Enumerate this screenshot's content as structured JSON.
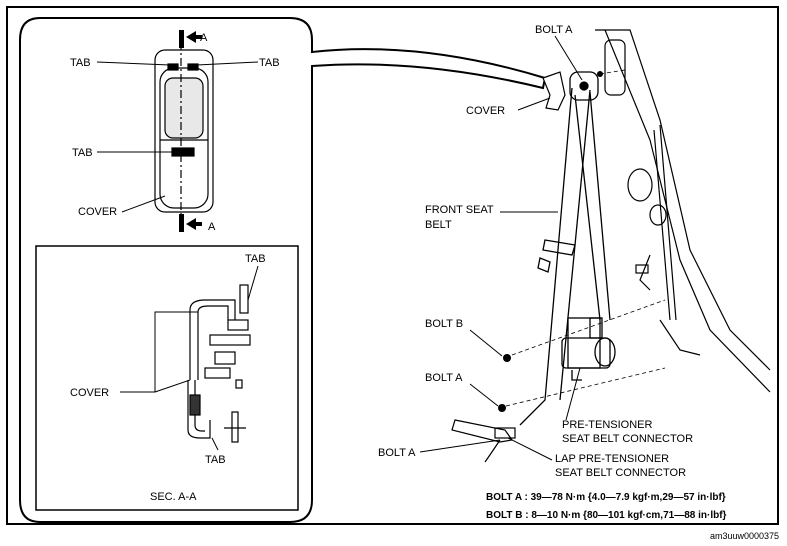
{
  "labels": {
    "tab_top_left": "TAB",
    "tab_top_right": "TAB",
    "tab_mid": "TAB",
    "cover_top": "COVER",
    "section_marker": "A",
    "tab_section_top": "TAB",
    "cover_section": "COVER",
    "tab_section_bottom": "TAB",
    "section_caption": "SEC. A-A",
    "bolt_a_top": "BOLT A",
    "cover_right": "COVER",
    "front_seat_belt_1": "FRONT SEAT",
    "front_seat_belt_2": "BELT",
    "bolt_b": "BOLT B",
    "bolt_a_mid": "BOLT A",
    "bolt_a_low": "BOLT A",
    "pretensioner_1": "PRE-TENSIONER",
    "pretensioner_2": "SEAT BELT CONNECTOR",
    "lap_pretensioner_1": "LAP PRE-TENSIONER",
    "lap_pretensioner_2": "SEAT BELT CONNECTOR"
  },
  "torque": {
    "bolt_a": "BOLT A : 39—78 N·m {4.0—7.9 kgf·m,29—57 in·lbf}",
    "bolt_b": "BOLT B : 8—10 N·m {80—101 kgf·cm,71—88 in·lbf}"
  },
  "footer_code": "am3uuw0000375"
}
